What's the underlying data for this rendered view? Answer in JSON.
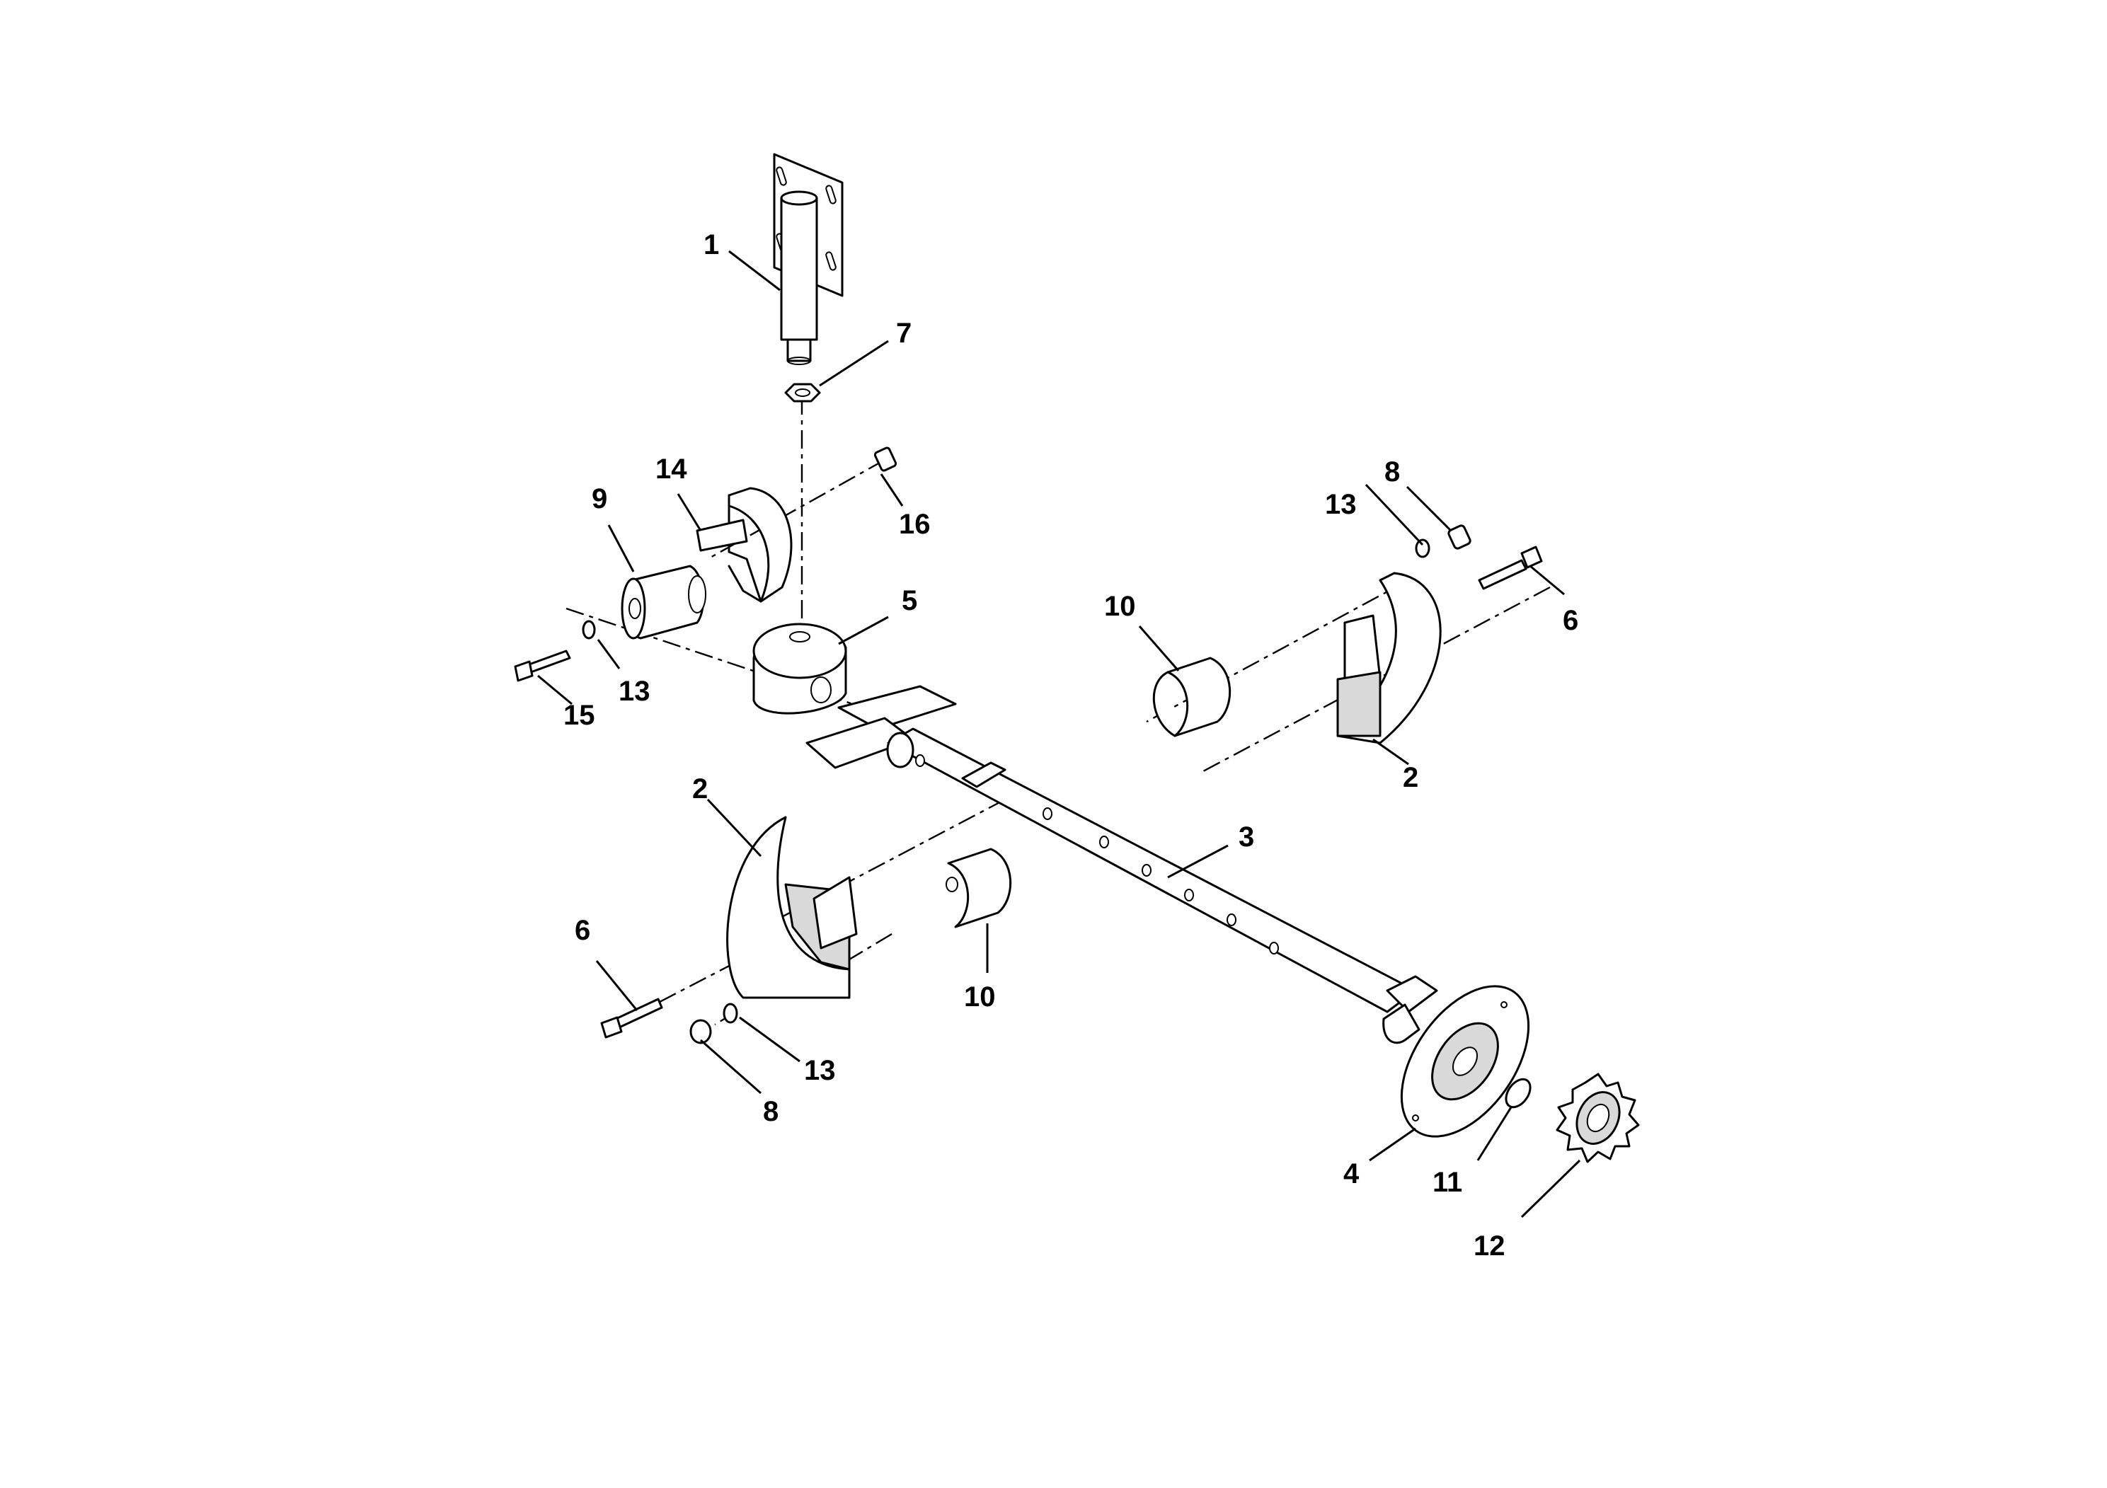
{
  "callouts": {
    "c1": "1",
    "c2a": "2",
    "c2b": "2",
    "c3": "3",
    "c4": "4",
    "c5": "5",
    "c6a": "6",
    "c6b": "6",
    "c7": "7",
    "c8a": "8",
    "c8b": "8",
    "c9": "9",
    "c10a": "10",
    "c10b": "10",
    "c11": "11",
    "c12": "12",
    "c13a": "13",
    "c13b": "13",
    "c13c": "13",
    "c14": "14",
    "c15": "15",
    "c16": "16"
  }
}
